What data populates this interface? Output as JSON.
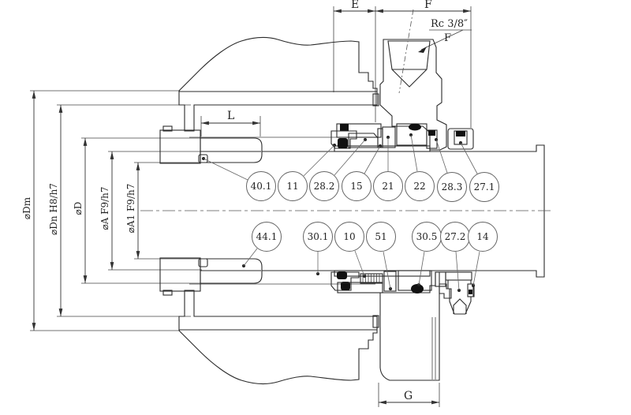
{
  "drawing": {
    "kind": "mechanical-seal-cross-section",
    "dims": {
      "e": "E",
      "f_top": "F",
      "l": "L",
      "g": "G",
      "port_thread": "Rc 3/8″",
      "port_f": "F",
      "dia_dm": "⌀Dm",
      "dia_dn": "⌀Dn H8/h7",
      "dia_d": "⌀D",
      "dia_a": "⌀A F9/h7",
      "dia_a1": "⌀A1 F9/h7"
    },
    "callouts_top": [
      {
        "label": "40.1"
      },
      {
        "label": "11"
      },
      {
        "label": "28.2"
      },
      {
        "label": "15"
      },
      {
        "label": "21"
      },
      {
        "label": "22"
      },
      {
        "label": "28.3"
      },
      {
        "label": "27.1"
      }
    ],
    "callouts_bottom": [
      {
        "label": "44.1"
      },
      {
        "label": "30.1"
      },
      {
        "label": "10"
      },
      {
        "label": "51"
      },
      {
        "label": "30.5"
      },
      {
        "label": "27.2"
      },
      {
        "label": "14"
      }
    ],
    "colors": {
      "housing": "#a9aecd",
      "gland_gray": "#c9c9c9",
      "sleeve_gray": "#c6c6c6",
      "khaki": "#d2cfa0",
      "cyan": "#badde2",
      "face_pink": "#d5c8c0",
      "yellow": "#dccf28",
      "green": "#2fd32f",
      "orange": "#cc6a1e",
      "tan": "#d8cfc3",
      "olive_screw": "#9aa02c",
      "gasket_olive": "#a8a030",
      "detail_black": "#111111"
    }
  }
}
